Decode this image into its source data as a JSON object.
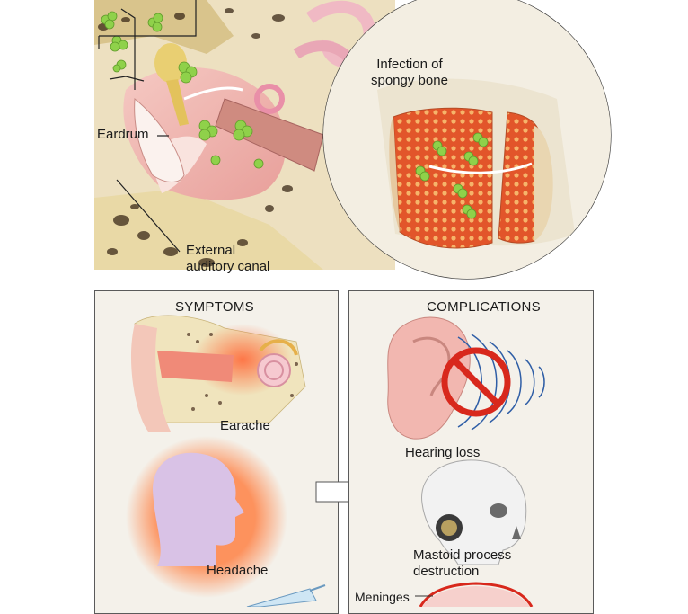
{
  "top_illustration": {
    "label_eardrum": "Eardrum",
    "label_external_canal_line1": "External",
    "label_external_canal_line2": "auditory canal",
    "label_infection_line1": "Infection of",
    "label_infection_line2": "spongy bone"
  },
  "symptoms": {
    "title": "SYMPTOMS",
    "items": [
      {
        "label": "Earache"
      },
      {
        "label": "Headache"
      }
    ]
  },
  "complications": {
    "title": "COMPLICATIONS",
    "items": [
      {
        "label": "Hearing loss"
      },
      {
        "label_line1": "Mastoid process",
        "label_line2": "destruction"
      },
      {
        "label": "Meninges"
      }
    ]
  },
  "colors": {
    "panel_bg": "#f4f1ea",
    "bacteria_green": "#8fd14a",
    "bone_tan": "#e8d9a8",
    "tissue_pink": "#f0b8b8",
    "prohibit_red": "#d8281c"
  }
}
